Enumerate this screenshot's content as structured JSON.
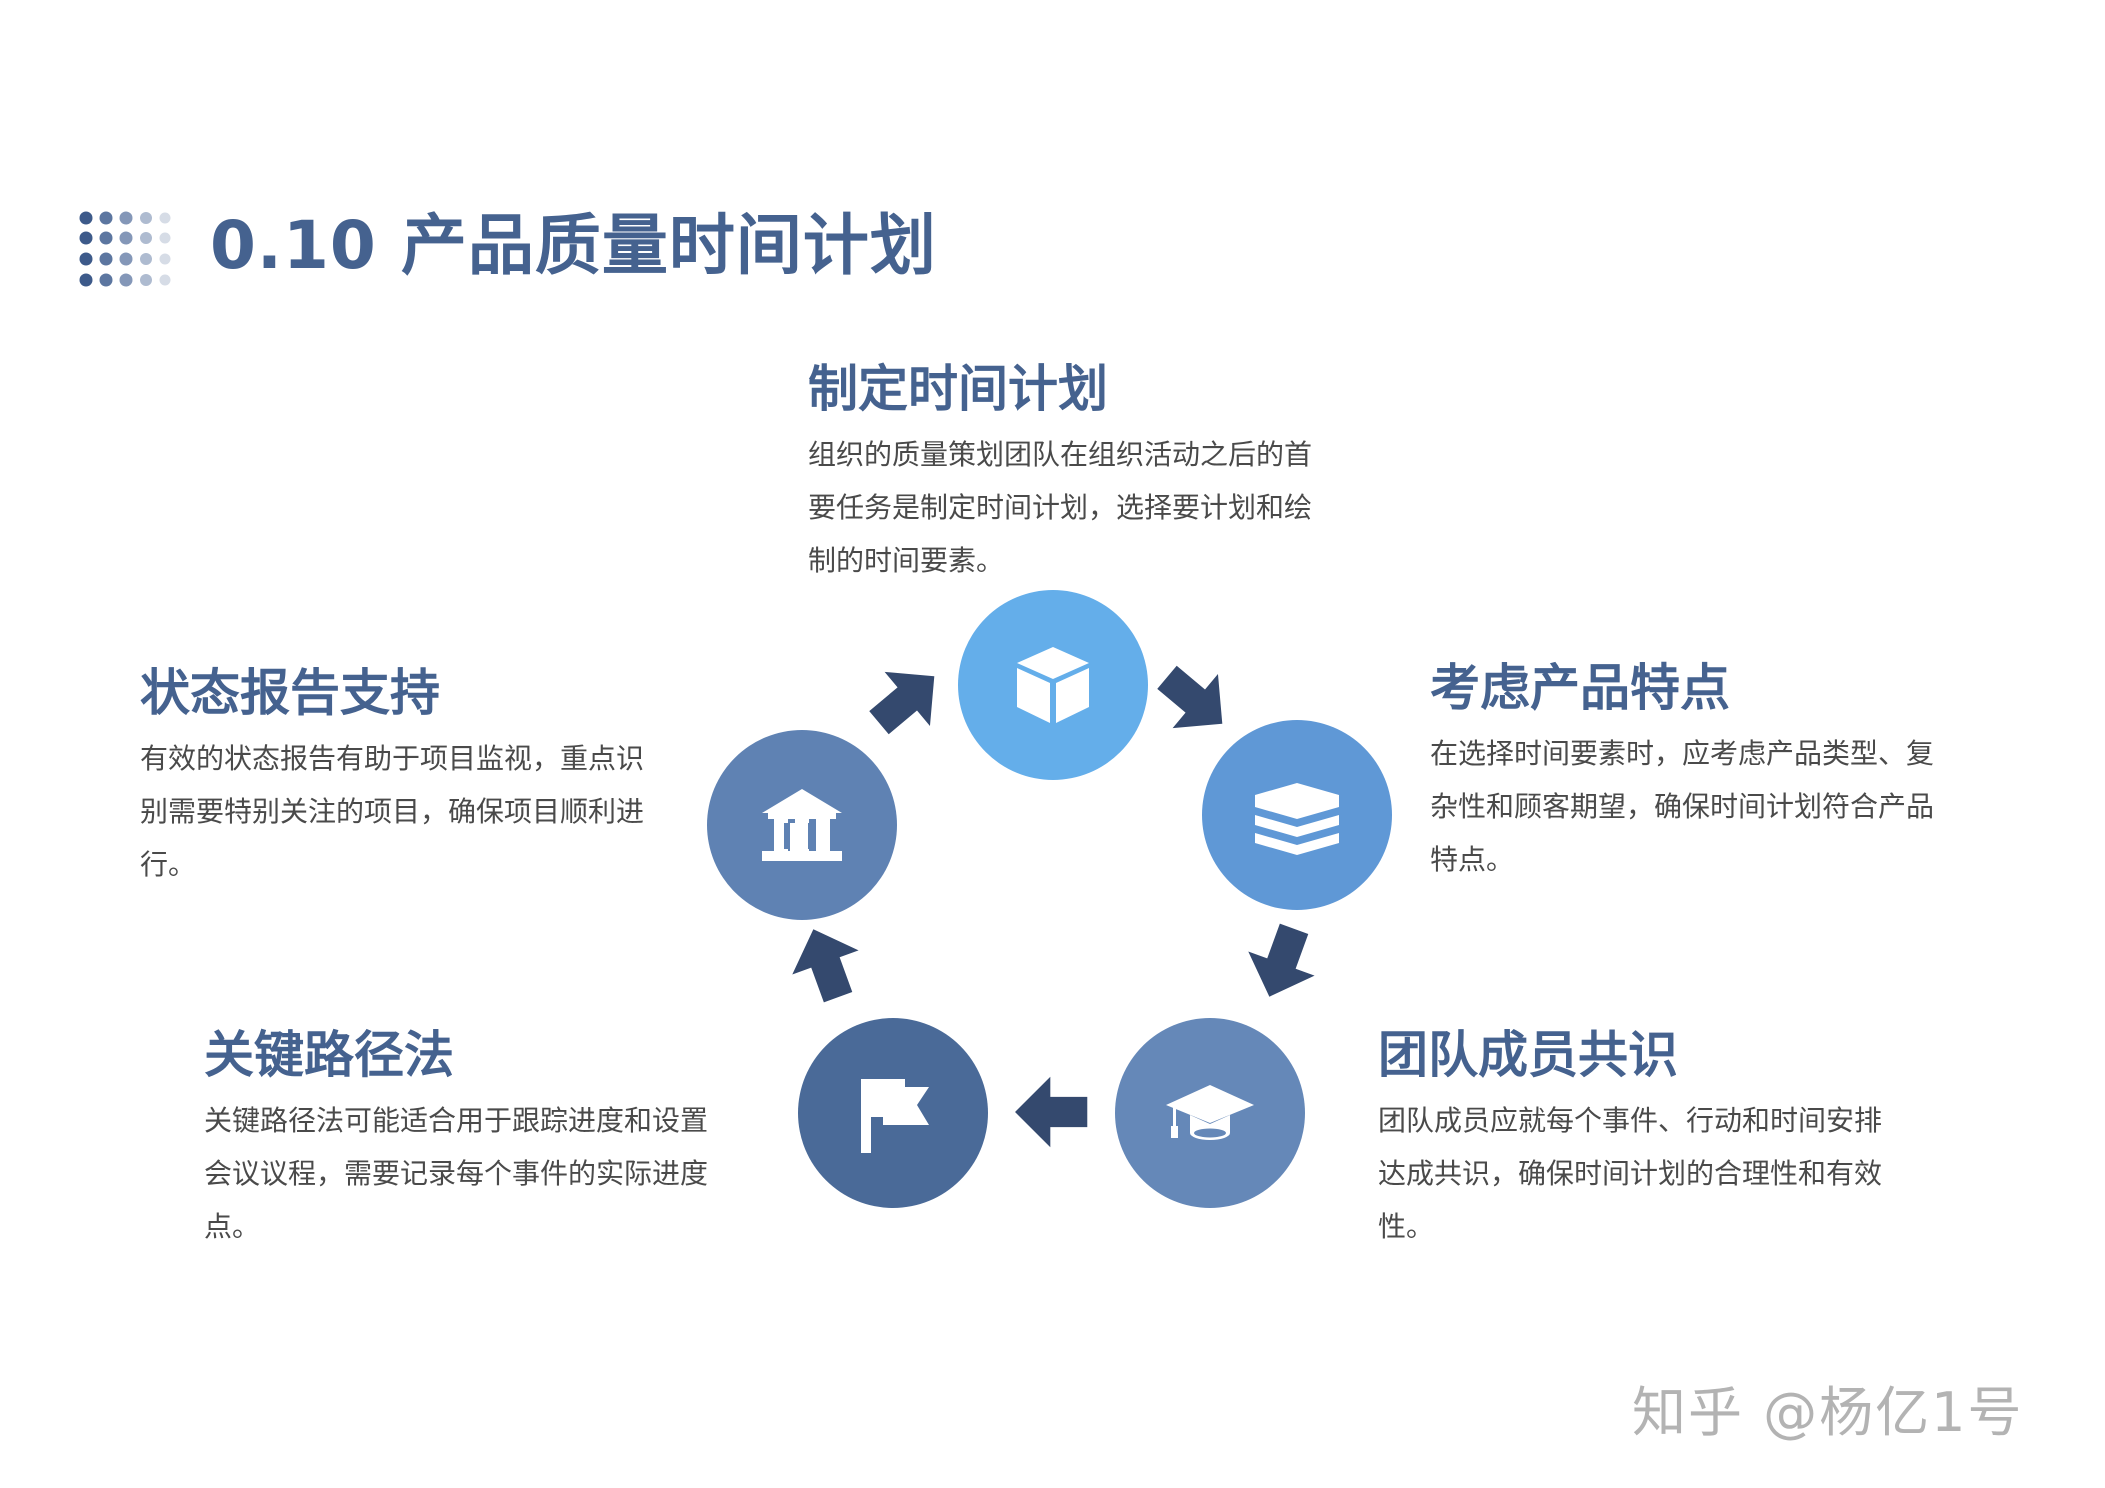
{
  "header": {
    "icon": "dot-grid-icon",
    "title": "0.10 产品质量时间计划"
  },
  "colors": {
    "heading": "#45628f",
    "body_text": "#4a4a4a",
    "arrow": "#34496e",
    "node_top": "#64aeea",
    "node_right": "#5f98d6",
    "node_bottom_right": "#6588b8",
    "node_bottom_left": "#4a6a98",
    "node_left": "#5f82b3",
    "watermark": "#b3b3b3"
  },
  "cycle": [
    {
      "id": "top",
      "icon": "cube-icon",
      "heading": "制定时间计划",
      "lines": [
        "组织的质量策划团队在组织活动之后的首",
        "要任务是制定时间计划，选择要计划和绘",
        "制的时间要素。"
      ]
    },
    {
      "id": "right",
      "icon": "layers-icon",
      "heading": "考虑产品特点",
      "lines": [
        "在选择时间要素时，应考虑产品类型、复",
        "杂性和顾客期望，确保时间计划符合产品",
        "特点。"
      ]
    },
    {
      "id": "bottom-right",
      "icon": "graduation-cap-icon",
      "heading": "团队成员共识",
      "lines": [
        "团队成员应就每个事件、行动和时间安排",
        "达成共识，确保时间计划的合理性和有效",
        "性。"
      ]
    },
    {
      "id": "bottom-left",
      "icon": "flag-icon",
      "heading": "关键路径法",
      "lines": [
        "关键路径法可能适合用于跟踪进度和设置",
        "会议议程，需要记录每个事件的实际进度",
        "点。"
      ]
    },
    {
      "id": "left",
      "icon": "bank-building-icon",
      "heading": "状态报告支持",
      "lines": [
        "有效的状态报告有助于项目监视，重点识",
        "别需要特别关注的项目，确保项目顺利进",
        "行。"
      ]
    }
  ],
  "watermark": "知乎 @杨亿1号"
}
